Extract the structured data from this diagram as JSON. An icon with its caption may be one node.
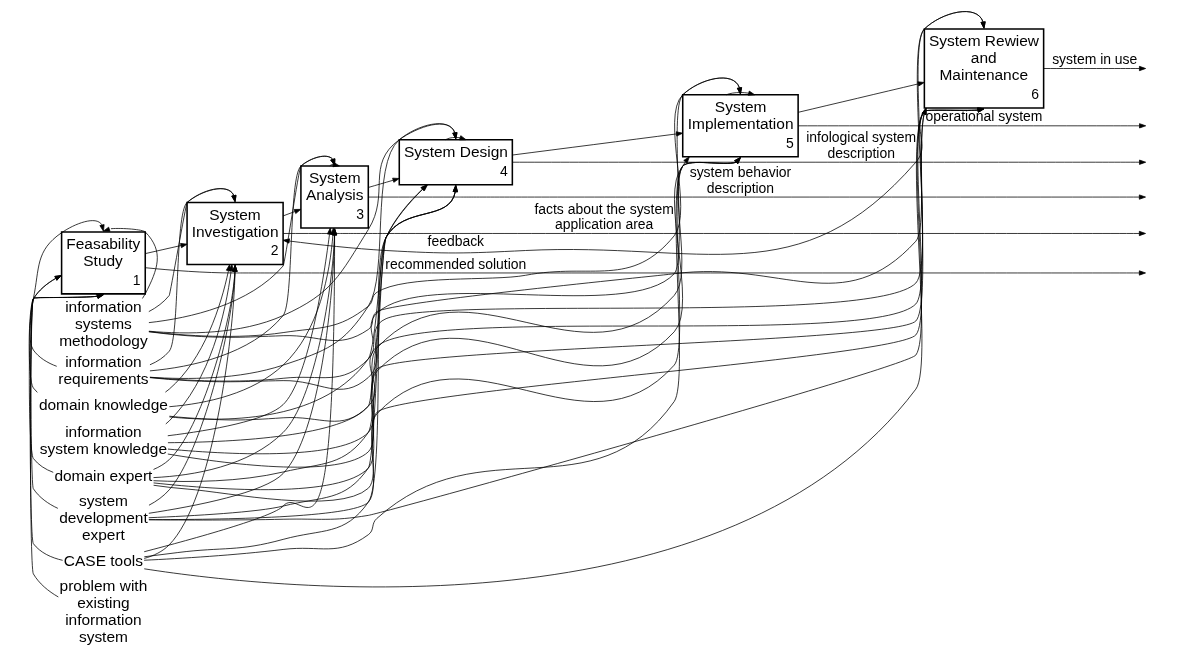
{
  "diagram": {
    "nodes": [
      {
        "text": [
          "Feasability Study",
          "1"
        ]
      },
      {
        "text": [
          "System Investigation",
          "2"
        ]
      },
      {
        "text": [
          "System Analysis",
          "3"
        ]
      },
      {
        "text": [
          "System Design",
          "4"
        ]
      },
      {
        "text": [
          "System Implementation",
          "5"
        ]
      },
      {
        "text": [
          "System Rewiew and Maintenance",
          "6"
        ]
      },
      {
        "text": [
          "problem with existing information system"
        ]
      },
      {
        "text": [
          "information systems methodology"
        ]
      },
      {
        "text": [
          "information requirements"
        ]
      },
      {
        "text": [
          "domain knowledge"
        ]
      },
      {
        "text": [
          "information system knowledge"
        ]
      },
      {
        "text": [
          "domain expert"
        ]
      },
      {
        "text": [
          "system development expert"
        ]
      },
      {
        "text": [
          "CASE tools"
        ]
      }
    ],
    "edges": [
      {
        "from": 6,
        "to": 0,
        "arrow": "to"
      },
      {
        "from": 7,
        "to": 0,
        "arrow": "to"
      },
      {
        "from": 7,
        "to": 1,
        "arrow": "to"
      },
      {
        "from": 7,
        "to": 2,
        "arrow": "to"
      },
      {
        "from": 7,
        "to": 3,
        "arrow": "to"
      },
      {
        "from": 7,
        "to": 4,
        "arrow": "to"
      },
      {
        "from": 7,
        "to": 5,
        "arrow": "to"
      },
      {
        "from": 8,
        "to": 0,
        "arrow": "to"
      },
      {
        "from": 8,
        "to": 1,
        "arrow": "to"
      },
      {
        "from": 8,
        "to": 2,
        "arrow": "to"
      },
      {
        "from": 8,
        "to": 3,
        "arrow": "to"
      },
      {
        "from": 8,
        "to": 4,
        "arrow": "to"
      },
      {
        "from": 8,
        "to": 5,
        "arrow": "to"
      },
      {
        "from": 9,
        "to": 0,
        "arrow": "to"
      },
      {
        "from": 9,
        "to": 1,
        "arrow": "to"
      },
      {
        "from": 9,
        "to": 2,
        "arrow": "to"
      },
      {
        "from": 9,
        "to": 3,
        "arrow": "to"
      },
      {
        "from": 9,
        "to": 5,
        "arrow": "to"
      },
      {
        "from": 10,
        "to": 1,
        "arrow": "to"
      },
      {
        "from": 10,
        "to": 2,
        "arrow": "to"
      },
      {
        "from": 10,
        "to": 3,
        "arrow": "to"
      },
      {
        "from": 10,
        "to": 4,
        "arrow": "to"
      },
      {
        "from": 10,
        "to": 5,
        "arrow": "to"
      },
      {
        "from": 11,
        "to": 0,
        "arrow": "to"
      },
      {
        "from": 11,
        "to": 1,
        "arrow": "to"
      },
      {
        "from": 11,
        "to": 2,
        "arrow": "to"
      },
      {
        "from": 11,
        "to": 3,
        "arrow": "to"
      },
      {
        "from": 11,
        "to": 4,
        "arrow": "to"
      },
      {
        "from": 11,
        "to": 5,
        "arrow": "to"
      },
      {
        "from": 12,
        "to": 0,
        "arrow": "to"
      },
      {
        "from": 12,
        "to": 1,
        "arrow": "to"
      },
      {
        "from": 12,
        "to": 2,
        "arrow": "to"
      },
      {
        "from": 12,
        "to": 3,
        "arrow": "to"
      },
      {
        "from": 12,
        "to": 4,
        "arrow": "to"
      },
      {
        "from": 12,
        "to": 5,
        "arrow": "to"
      },
      {
        "from": 13,
        "to": 0,
        "arrow": "to"
      },
      {
        "from": 13,
        "to": 1,
        "arrow": "to"
      },
      {
        "from": 13,
        "to": 2,
        "arrow": "to"
      },
      {
        "from": 13,
        "to": 3,
        "arrow": "to"
      },
      {
        "from": 13,
        "to": 4,
        "arrow": "to"
      },
      {
        "from": 13,
        "to": 5,
        "arrow": "to"
      },
      {
        "from": 0,
        "to": null,
        "arrow": "to",
        "label": "recommended solution"
      },
      {
        "from": 0,
        "to": 1,
        "arrow": "to"
      },
      {
        "from": 1,
        "to": null,
        "arrow": "to",
        "label": "facts about the system application area"
      },
      {
        "from": 1,
        "to": 2,
        "arrow": "to"
      },
      {
        "from": 2,
        "to": null,
        "arrow": "to",
        "label": "system behavior description"
      },
      {
        "from": 2,
        "to": 3,
        "arrow": "to"
      },
      {
        "from": 3,
        "to": null,
        "arrow": "to",
        "label": "infological system description"
      },
      {
        "from": 3,
        "to": 4,
        "arrow": "to"
      },
      {
        "from": 4,
        "to": null,
        "arrow": "to",
        "label": "operational system"
      },
      {
        "from": 4,
        "to": 5,
        "arrow": "to"
      },
      {
        "from": 5,
        "to": null,
        "arrow": "to",
        "label": "system in use"
      },
      {
        "from": 2,
        "to": 2,
        "arrow": "to"
      },
      {
        "from": 3,
        "to": 3,
        "arrow": "to"
      },
      {
        "from": 4,
        "to": 4,
        "arrow": "to"
      },
      {
        "from": 5,
        "to": 1,
        "arrow": "to",
        "label": "feedback"
      }
    ]
  }
}
